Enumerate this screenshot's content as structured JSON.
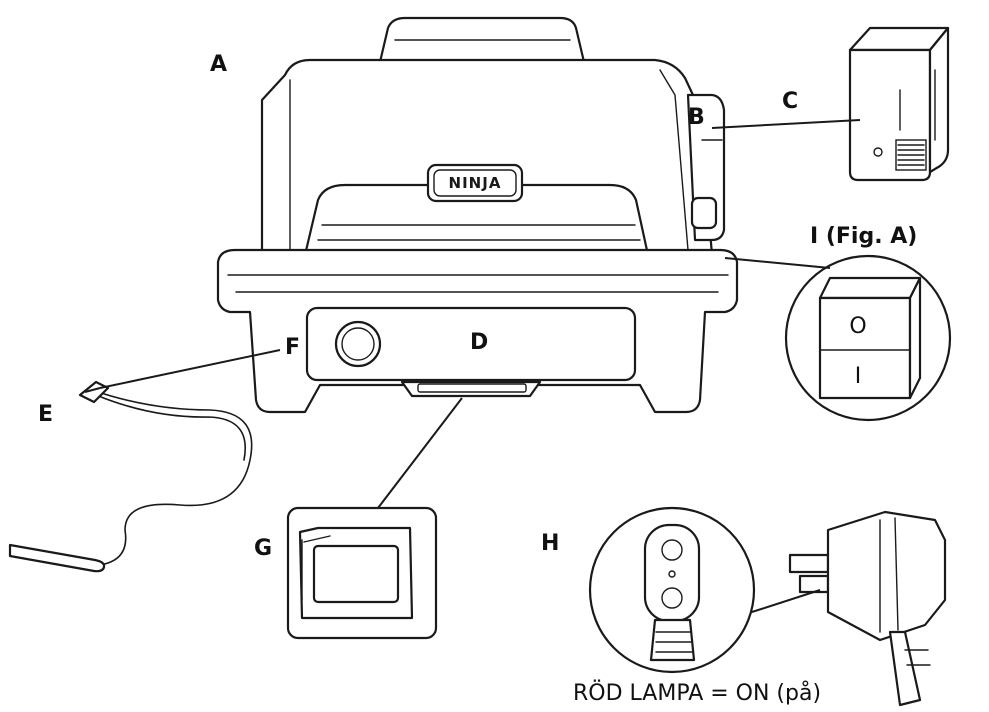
{
  "labels": {
    "a": "A",
    "b": "B",
    "c": "C",
    "d": "D",
    "e": "E",
    "f": "F",
    "g": "G",
    "h": "H",
    "i": "I (Fig. A)"
  },
  "brand": "NINJA",
  "switch_symbols": {
    "off": "O",
    "on": "I"
  },
  "caption": "RÖD LAMPA = ON (på)"
}
